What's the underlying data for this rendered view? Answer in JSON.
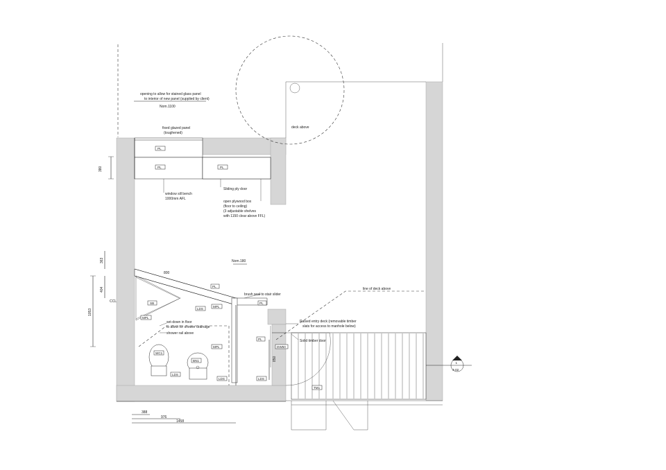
{
  "annotations": {
    "stained_glass_1": "opening to allow for stained glass panel",
    "stained_glass_2": "to interior of new panel (supplied by client)",
    "nom_1100": "Nom.1100",
    "fixed_glazed_1": "fixed glazed panel",
    "fixed_glazed_2": "(toughened)",
    "window_sill_1": "window sill bench",
    "window_sill_2": "1000mm AFL",
    "sliding_ply": "Sliding ply door",
    "plywood_1": "open plywood box",
    "plywood_2": "(floor to ceiling)",
    "plywood_3": "(3 adjustable shelves",
    "plywood_4": "with 1150 clear above FFL)",
    "deck_above": "deck above",
    "nom_180": "Nom.180",
    "brush_seal": "brush seal to stair slider",
    "line_deck": "line of deck above",
    "raised_1": "Raised entry deck (removable timber",
    "raised_2": "slats for access to manhole below)",
    "solid_door": "Solid timber door",
    "set_down_1": "set-down in floor",
    "set_down_2": "to allow for shower drainage",
    "shower_rail": "shower rail above"
  },
  "dimensions": {
    "d380": "380",
    "d363": "363",
    "d404": "404",
    "d1053": "1053",
    "d800": "800",
    "d850": "850",
    "d388": "388",
    "d976": "976",
    "d1458": "1458",
    "ccl": "CCL"
  },
  "tags": {
    "pl_1": "PL",
    "pl_2": "PL",
    "pl_3": "PL",
    "pl_4": "PL",
    "pl_5": "PL",
    "pl_6": "PL",
    "sb": "SB",
    "mpl_1": "MPL",
    "mpl_2": "MPL",
    "mpl_3": "MPL",
    "lds_1": "LDS",
    "lds_2": "LDS",
    "lds_3": "LDS",
    "lds_4": "LDS",
    "wc1": "WC1",
    "bn1": "BN1",
    "dw": "DW50",
    "tm1": "TM1"
  },
  "section_marker": {
    "number": "1",
    "sheet": "4-02"
  }
}
